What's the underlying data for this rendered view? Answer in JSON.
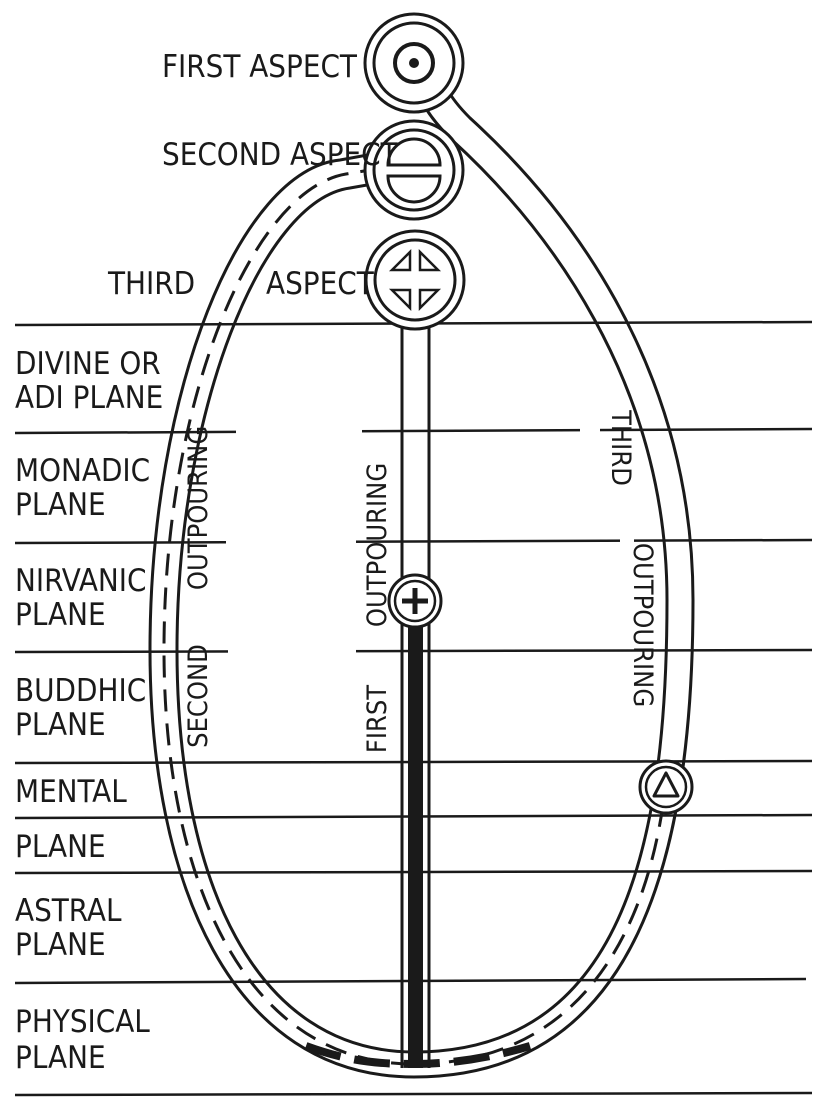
{
  "aspects": {
    "first": "FIRST ASPECT",
    "second": "SECOND ASPECT",
    "third_left": "THIRD",
    "third_right": "ASPECT"
  },
  "planes": [
    {
      "line1": "DIVINE OR",
      "line2": "ADI PLANE"
    },
    {
      "line1": "MONADIC",
      "line2": "PLANE"
    },
    {
      "line1": "NIRVANIC",
      "line2": "PLANE"
    },
    {
      "line1": "BUDDHIC",
      "line2": "PLANE"
    },
    {
      "line1": "MENTAL",
      "line2": "PLANE"
    },
    {
      "line1": "ASTRAL",
      "line2": "PLANE"
    },
    {
      "line1": "PHYSICAL",
      "line2": "PLANE"
    }
  ],
  "outpourings": {
    "first_a": "FIRST",
    "first_b": "OUTPOURING",
    "second_a": "SECOND",
    "second_b": "OUTPOURING",
    "third_a": "THIRD",
    "third_b": "OUTPOURING"
  },
  "symbols": {
    "first_aspect": "point-in-circle-icon",
    "second_aspect": "divided-circle-icon",
    "third_aspect": "quartered-circle-icon",
    "cross": "cross-in-circle-icon",
    "triangle": "triangle-in-circle-icon"
  },
  "colors": {
    "ink": "#1a1a1a",
    "background": "#ffffff"
  }
}
